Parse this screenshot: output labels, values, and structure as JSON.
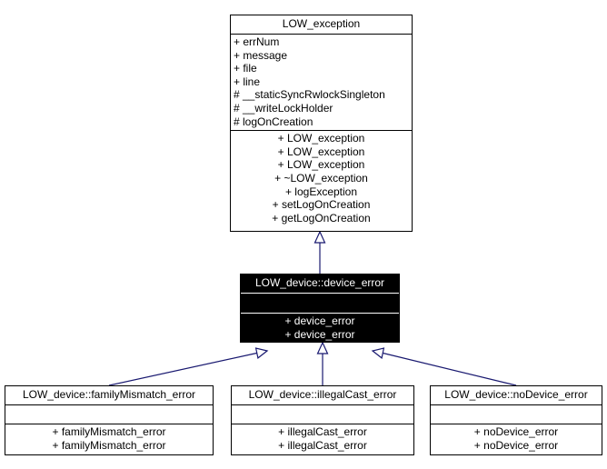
{
  "diagram": {
    "type": "uml-class-inheritance",
    "colors": {
      "background": "#ffffff",
      "box_border": "#000000",
      "box_fill": "#ffffff",
      "current_class_fill": "#000000",
      "current_class_text": "#ffffff",
      "edge": "#191970"
    },
    "classes": [
      {
        "id": "low-exception",
        "name": "LOW_exception",
        "highlighted": false,
        "attributes": [
          "+ errNum",
          "+ message",
          "+ file",
          "+ line",
          "# __staticSyncRwlockSingleton",
          "# __writeLockHolder",
          "# logOnCreation"
        ],
        "methods": [
          "+ LOW_exception",
          "+ LOW_exception",
          "+ LOW_exception",
          "+ ~LOW_exception",
          "+ logException",
          "+ setLogOnCreation",
          "+ getLogOnCreation"
        ]
      },
      {
        "id": "device-error",
        "name": "LOW_device::device_error",
        "highlighted": true,
        "attributes": [],
        "methods": [
          "+ device_error",
          "+ device_error"
        ]
      },
      {
        "id": "family-mismatch-error",
        "name": "LOW_device::familyMismatch_error",
        "highlighted": false,
        "attributes": [],
        "methods": [
          "+ familyMismatch_error",
          "+ familyMismatch_error"
        ]
      },
      {
        "id": "illegal-cast-error",
        "name": "LOW_device::illegalCast_error",
        "highlighted": false,
        "attributes": [],
        "methods": [
          "+ illegalCast_error",
          "+ illegalCast_error"
        ]
      },
      {
        "id": "no-device-error",
        "name": "LOW_device::noDevice_error",
        "highlighted": false,
        "attributes": [],
        "methods": [
          "+ noDevice_error",
          "+ noDevice_error"
        ]
      }
    ],
    "edges": [
      {
        "from": "device-error",
        "to": "low-exception",
        "kind": "inheritance"
      },
      {
        "from": "family-mismatch-error",
        "to": "device-error",
        "kind": "inheritance"
      },
      {
        "from": "illegal-cast-error",
        "to": "device-error",
        "kind": "inheritance"
      },
      {
        "from": "no-device-error",
        "to": "device-error",
        "kind": "inheritance"
      }
    ]
  }
}
